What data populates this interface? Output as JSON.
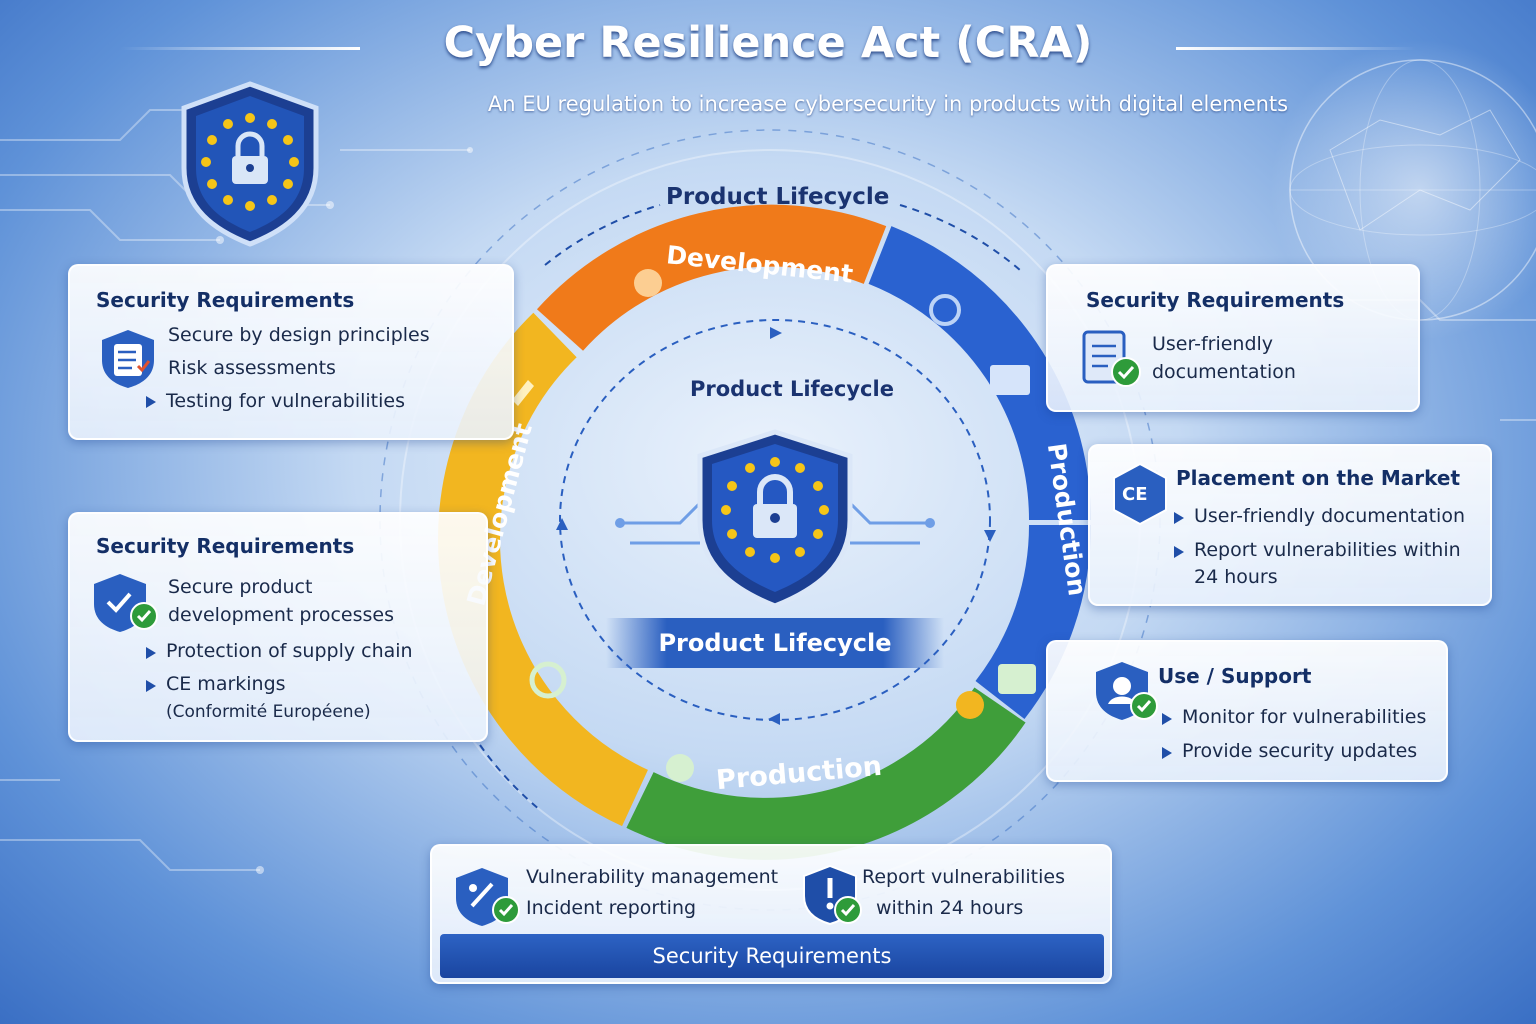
{
  "header": {
    "title": "Cyber Resilience Act (CRA)",
    "subtitle": "An EU regulation to increase cybersecurity in products with digital elements"
  },
  "cycle": {
    "outer_label": "Product Lifecycle",
    "inner_label": "Product Lifecycle",
    "center_label": "Product Lifecycle",
    "segments": {
      "top": "Development",
      "left": "Development",
      "right": "Production",
      "bottom": "Production"
    }
  },
  "left_top_card": {
    "heading": "Security Requirements",
    "lines": [
      "Secure by design principles",
      "Risk assessments"
    ],
    "bullets": [
      "Testing for vulnerabilities"
    ]
  },
  "left_bottom_card": {
    "heading": "Security Requirements",
    "lines": [
      "Secure product",
      "development processes"
    ],
    "bullets": [
      "Protection of supply chain",
      "CE markings"
    ],
    "note": "(Conformité Européene)"
  },
  "right_top_card": {
    "heading": "Security Requirements",
    "lines": [
      "User-friendly",
      "documentation"
    ]
  },
  "right_middle_card": {
    "badge": "CE",
    "heading": "Placement on the Market",
    "bullets": [
      "User-friendly documentation",
      "Report vulnerabilities within"
    ],
    "continuation": "24 hours"
  },
  "right_bottom_card": {
    "heading": "Use / Support",
    "bullets": [
      "Monitor for vulnerabilities",
      "Provide security updates"
    ]
  },
  "bottom_card": {
    "left_lines": [
      "Vulnerability management",
      "Incident reporting"
    ],
    "right_lines": [
      "Report vulnerabilities",
      "within 24 hours"
    ],
    "footer": "Security Requirements"
  },
  "colors": {
    "eu_blue": "#1f4ea8",
    "eu_gold": "#f5c518",
    "check_green": "#2e9b3a",
    "segment_orange": "#f07a1a",
    "segment_yellow": "#f2b620",
    "segment_green": "#3f9e3a",
    "segment_blue": "#2a62d0"
  }
}
